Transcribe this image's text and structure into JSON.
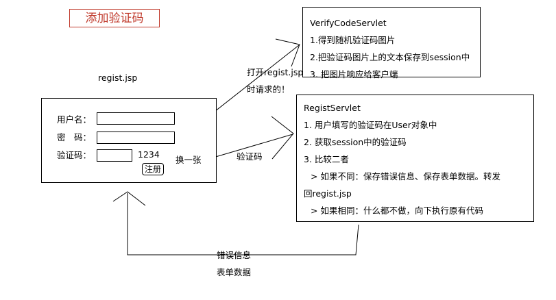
{
  "title": "添加验证码",
  "jsp_label": "regist.jsp",
  "form": {
    "username_label": "用户名：",
    "password_label": "密　码：",
    "captcha_label": "验证码：",
    "captcha_value": "1234",
    "refresh_label": "换一张",
    "submit_label": "注册"
  },
  "verify_servlet": {
    "name": "VerifyCodeServlet",
    "steps": [
      "1.得到随机验证码图片",
      "2.把验证码图片上的文本保存到session中",
      "3. 把图片响应给客户端"
    ]
  },
  "regist_servlet": {
    "name": "RegistServlet",
    "steps": [
      "1. 用户填写的验证码在User对象中",
      "2. 获取session中的验证码",
      "3. 比较二者",
      "> 如果不同：保存错误信息、保存表单数据。转发",
      "回regist.jsp",
      "> 如果相同：什么都不做，向下执行原有代码"
    ]
  },
  "annotations": {
    "open_request_1": "打开regist.jsp",
    "open_request_2": "时请求的！",
    "captcha_arrow": "验证码",
    "error_info": "错误信息",
    "form_data": "表单数据"
  },
  "colors": {
    "title": "#c0392b",
    "line": "#000000"
  }
}
